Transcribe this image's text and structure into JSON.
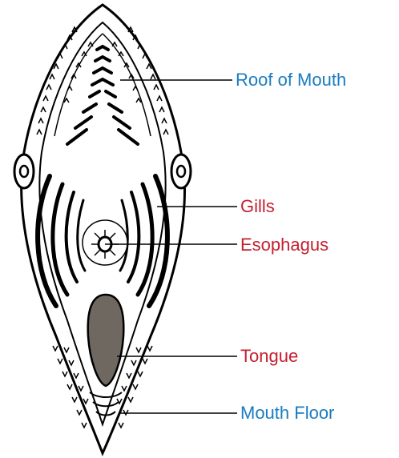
{
  "labels": {
    "roof_of_mouth": "Roof of Mouth",
    "gills": "Gills",
    "esophagus": "Esophagus",
    "tongue": "Tongue",
    "mouth_floor": "Mouth Floor"
  },
  "colors": {
    "roof_of_mouth": "#1a7cc1",
    "gills": "#c4202f",
    "esophagus": "#c4202f",
    "tongue": "#c4202f",
    "mouth_floor": "#1a7cc1",
    "tongue_fill": "#6f6861",
    "outline": "#000000"
  }
}
